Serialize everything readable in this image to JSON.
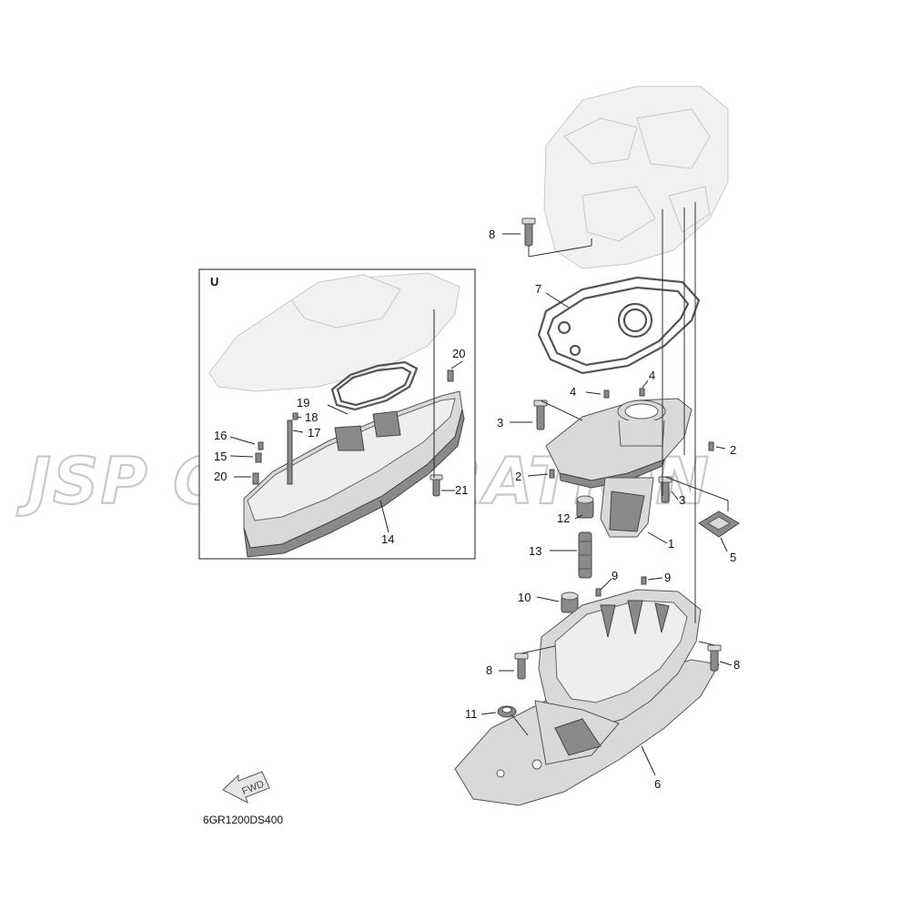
{
  "watermark": "JSP CORPORATION",
  "inset": {
    "label": "U"
  },
  "callouts": {
    "p1": "1",
    "p2a": "2",
    "p2b": "2",
    "p3a": "3",
    "p3b": "3",
    "p4a": "4",
    "p4b": "4",
    "p5": "5",
    "p6": "6",
    "p7": "7",
    "p8a": "8",
    "p8b": "8",
    "p8c": "8",
    "p9a": "9",
    "p9b": "9",
    "p10": "10",
    "p11": "11",
    "p12": "12",
    "p13": "13",
    "p14": "14",
    "p15": "15",
    "p16": "16",
    "p17": "17",
    "p18": "18",
    "p19": "19",
    "p20a": "20",
    "p20b": "20",
    "p21": "21"
  },
  "fwd_label": "FWD",
  "drawing_code": "6GR1200DS400"
}
